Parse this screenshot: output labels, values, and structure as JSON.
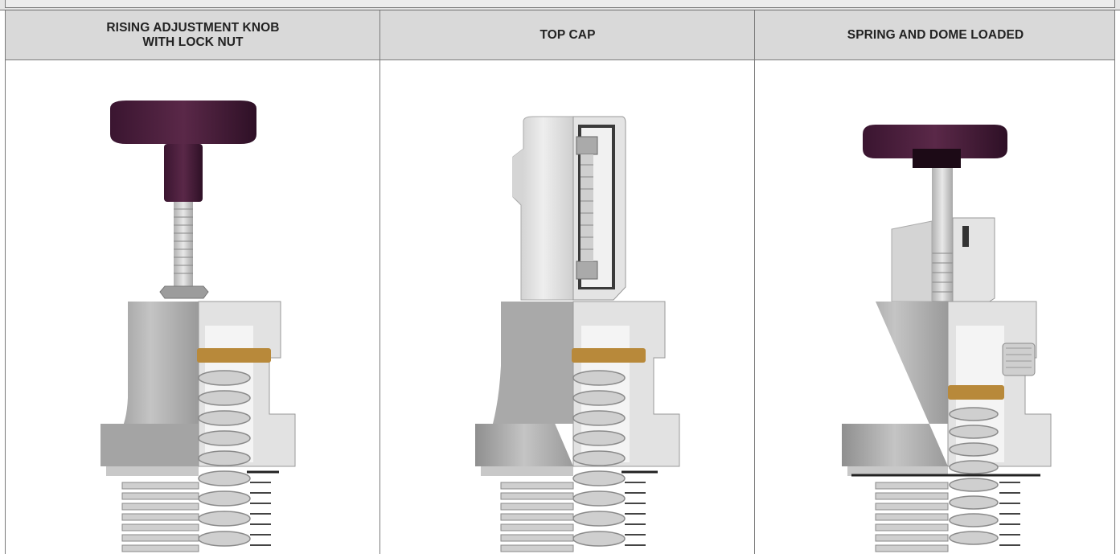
{
  "columns": [
    {
      "header": "RISING ADJUSTMENT KNOB\nWITH LOCK NUT"
    },
    {
      "header": "TOP CAP"
    },
    {
      "header": "SPRING AND DOME LOADED"
    }
  ],
  "colors": {
    "header_bg": "#d9d9d9",
    "border": "#7a7a7a",
    "knob": "#4a1f3a",
    "body_grey": "#a9a9a9",
    "metal_light": "#dcdcdc",
    "brass": "#b8893a"
  }
}
